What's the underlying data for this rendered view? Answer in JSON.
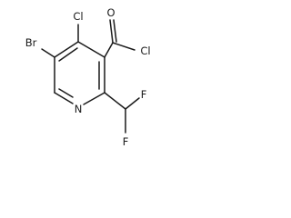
{
  "molecule": {
    "atoms": {
      "bromine": "Br",
      "ring_chlorine": "Cl",
      "carbonyl_oxygen": "O",
      "acyl_chlorine": "Cl",
      "ring_nitrogen": "N",
      "fluorine_top": "F",
      "fluorine_bottom": "F"
    }
  }
}
